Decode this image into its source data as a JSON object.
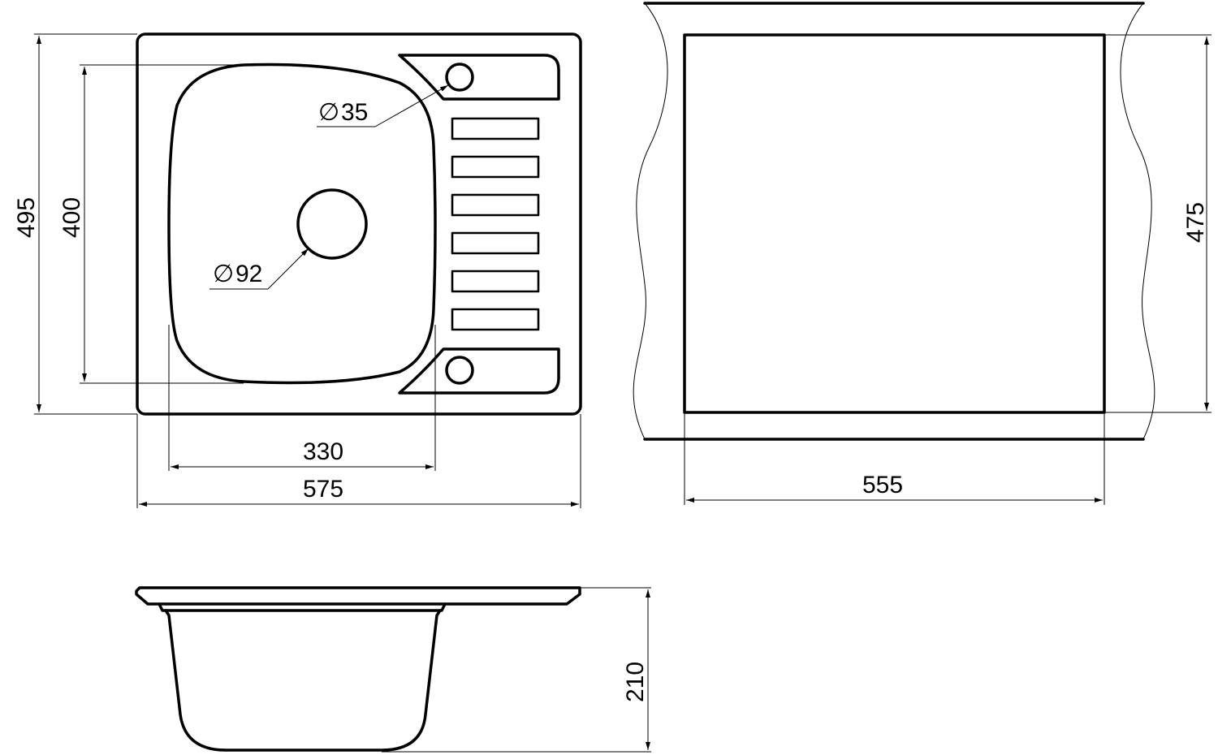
{
  "dimensions": {
    "overall_width": "575",
    "bowl_width": "330",
    "overall_height": "495",
    "bowl_height": "400",
    "drain_diameter": "92",
    "tap_hole_diameter": "35",
    "cutout_width": "555",
    "cutout_height": "475",
    "depth": "210"
  },
  "symbols": {
    "diameter": "∅"
  },
  "colors": {
    "line": "#000000",
    "background": "#ffffff"
  }
}
